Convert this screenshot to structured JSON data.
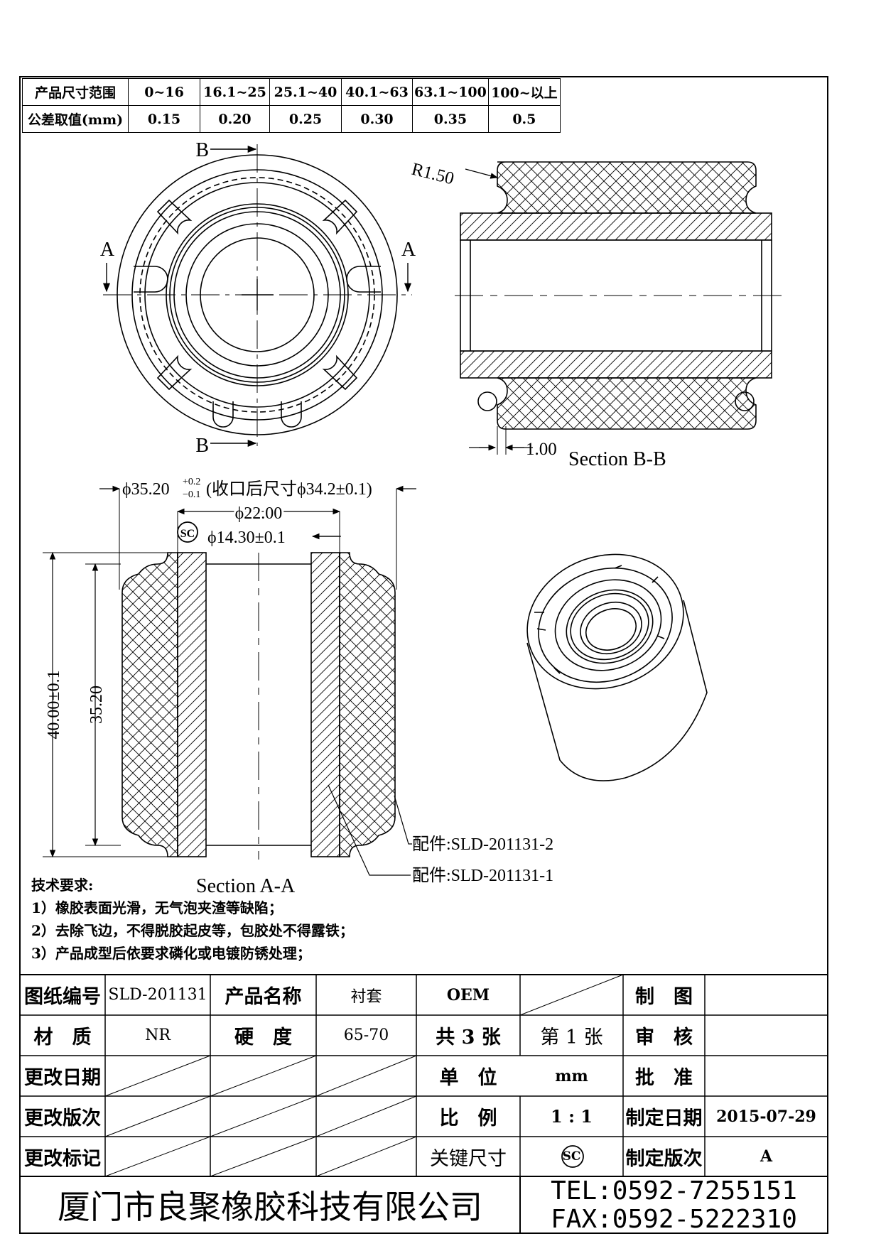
{
  "tolerance_table": {
    "row_labels": [
      "产品尺寸范围",
      "公差取值(mm)"
    ],
    "ranges": [
      "0~16",
      "16.1~25",
      "25.1~40",
      "40.1~63",
      "63.1~100",
      "100~以上"
    ],
    "tolerances": [
      "0.15",
      "0.20",
      "0.25",
      "0.30",
      "0.35",
      "0.5"
    ]
  },
  "drawing": {
    "section_b_label": "B",
    "section_a_label": "A",
    "radius_label": "R1.50",
    "gap_label": "1.00",
    "section_bb_title": "Section B-B",
    "section_aa_title": "Section A-A",
    "dim_outer_dia": "ϕ35.20",
    "dim_outer_tol_upper": "+0.2",
    "dim_outer_tol_lower": "−0.1",
    "dim_outer_after": "(收口后尺寸ϕ34.2±0.1)",
    "dim_mid_dia": "ϕ22.00",
    "key_symbol": "SC",
    "dim_inner_dia": "ϕ14.30±0.1",
    "dim_length": "40.00±0.1",
    "dim_inner_length": "35.20",
    "part_ref_2": "配件:SLD-201131-2",
    "part_ref_1": "配件:SLD-201131-1"
  },
  "notes": {
    "title": "技术要求:",
    "items": [
      "1）橡胶表面光滑，无气泡夹渣等缺陷；",
      "2）去除飞边，不得脱胶起皮等，包胶处不得露铁；",
      "3）产品成型后依要求磷化或电镀防锈处理；"
    ]
  },
  "title_block": {
    "drawing_no_label": "图纸编号",
    "drawing_no": "SLD-201131",
    "product_name_label": "产品名称",
    "product_name": "衬套",
    "oem": "OEM",
    "drafter_label": "制　图",
    "material_label": "材　质",
    "material": "NR",
    "hardness_label": "硬　度",
    "hardness": "65-70",
    "total_sheets": "共 3 张",
    "sheet_no": "第 1 张",
    "review_label": "审　核",
    "change_date_label": "更改日期",
    "unit_label": "单　位",
    "unit": "mm",
    "approve_label": "批　准",
    "change_version_label": "更改版次",
    "scale_label": "比　例",
    "scale": "1 : 1",
    "issue_date_label": "制定日期",
    "issue_date": "2015-07-29",
    "change_mark_label": "更改标记",
    "key_dim_label": "关键尺寸",
    "key_symbol": "SC",
    "issue_version_label": "制定版次",
    "issue_version": "A",
    "company": "厦门市良聚橡胶科技有限公司",
    "tel": "TEL:0592-7255151",
    "fax": "FAX:0592-5222310"
  }
}
